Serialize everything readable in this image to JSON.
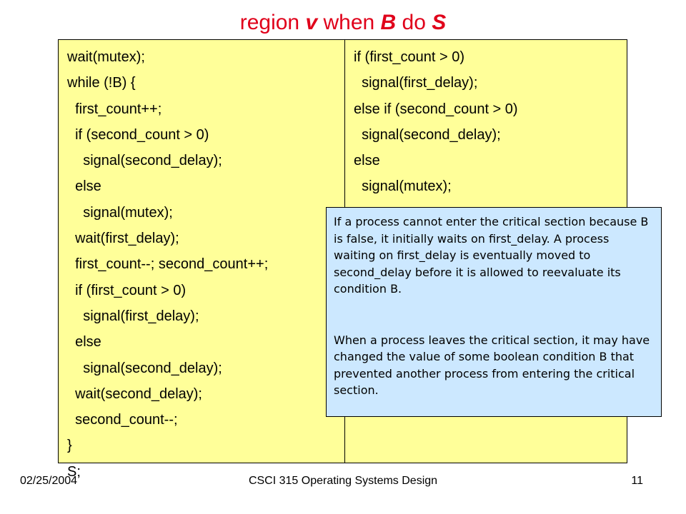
{
  "slide": {
    "title_parts": [
      "region ",
      "v",
      " when ",
      "B",
      " do ",
      "S"
    ],
    "left_code": [
      "wait(mutex);",
      "while (!B) {",
      "  first_count++;",
      "  if (second_count > 0)",
      "    signal(second_delay);",
      "  else",
      "    signal(mutex);",
      "  wait(first_delay);",
      "  first_count--; second_count++;",
      "  if (first_count > 0)",
      "    signal(first_delay);",
      "  else",
      "    signal(second_delay);",
      "  wait(second_delay);",
      "  second_count--;",
      "}",
      "S;"
    ],
    "right_code": [
      "if (first_count > 0)",
      "  signal(first_delay);",
      "else if (second_count > 0)",
      "  signal(second_delay);",
      "else",
      "  signal(mutex);"
    ],
    "note": {
      "paragraph1": "If a process cannot enter the critical section because B is false, it initially waits on first_delay. A process waiting on first_delay is eventually moved to second_delay before it is allowed to reevaluate its condition B.",
      "paragraph2": "When a process leaves the critical section, it may have changed the value of some boolean condition B that prevented another process from entering the critical section."
    },
    "footer": {
      "date": "02/25/2004",
      "course": "CSCI 315 Operating Systems Design",
      "page": "11"
    },
    "colors": {
      "title": "#e0001a",
      "code_panel": "#ffff99",
      "note_box": "#cce8ff"
    }
  }
}
